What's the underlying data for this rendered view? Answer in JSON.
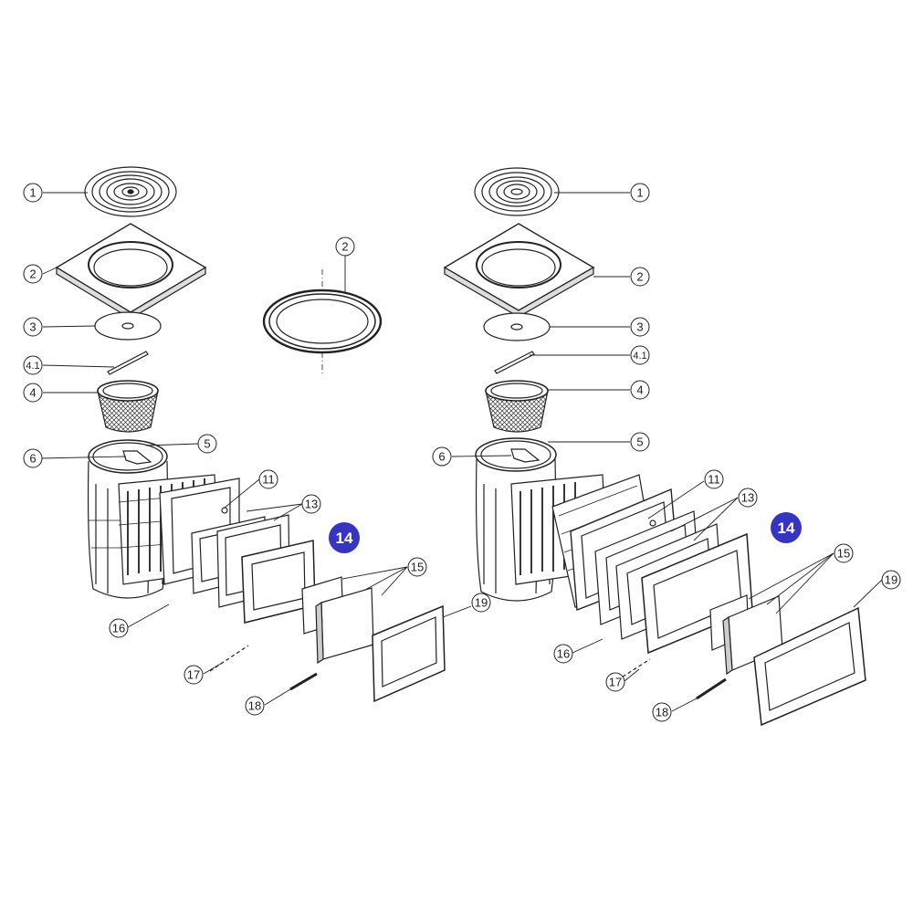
{
  "diagram": {
    "left": {
      "callouts": {
        "c1": "1",
        "c2": "2",
        "c3": "3",
        "c41": "4.1",
        "c4": "4",
        "c5": "5",
        "c6": "6",
        "c11": "11",
        "c13": "13",
        "c14": "14",
        "c15": "15",
        "c16": "16",
        "c17": "17",
        "c18": "18",
        "c19": "19"
      }
    },
    "middle": {
      "callouts": {
        "c2": "2"
      }
    },
    "right": {
      "callouts": {
        "c1": "1",
        "c2": "2",
        "c3": "3",
        "c41": "4.1",
        "c4": "4",
        "c5": "5",
        "c6": "6",
        "c11": "11",
        "c13": "13",
        "c14": "14",
        "c15": "15",
        "c16": "16",
        "c17": "17",
        "c18": "18",
        "c19": "19"
      }
    },
    "highlight_color": "#3535c0",
    "line_color": "#222222"
  }
}
